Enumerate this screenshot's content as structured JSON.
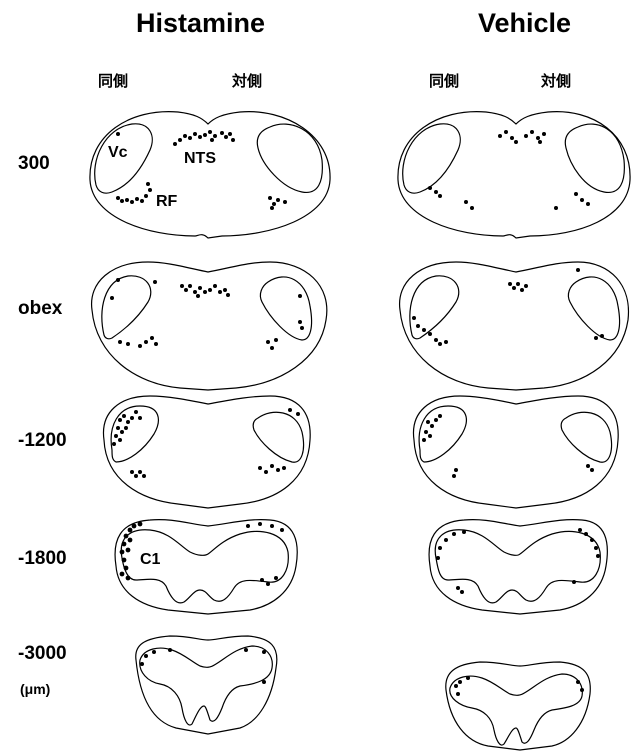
{
  "columns": {
    "left_title": "Histamine",
    "right_title": "Vehicle",
    "ipsi_label": "同側",
    "contra_label": "対側"
  },
  "levels": [
    "300",
    "obex",
    "-1200",
    "-1800",
    "-3000"
  ],
  "unit_label": "(μm)",
  "annotations": {
    "vc": "Vc",
    "nts": "NTS",
    "rf": "RF",
    "c1": "C1"
  }
}
